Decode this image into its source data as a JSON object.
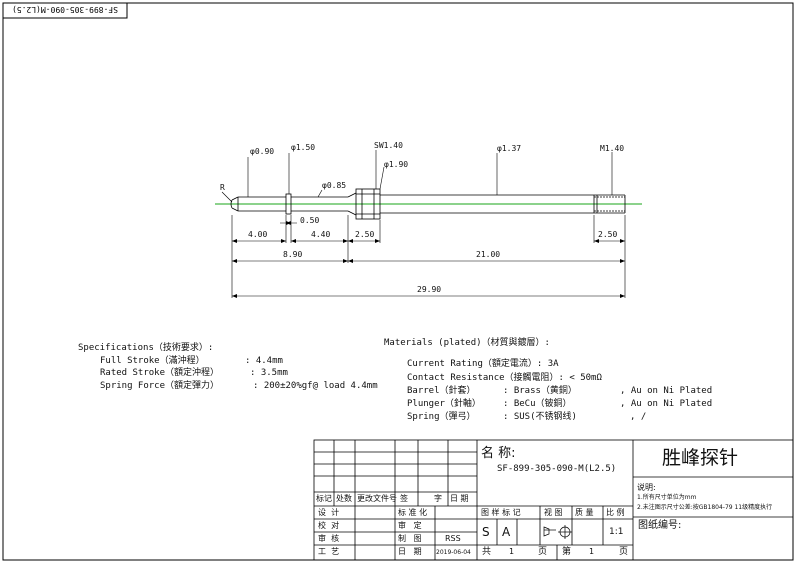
{
  "drawing_code": "SF-899-305-090-M(L2.5)",
  "dimensions": {
    "tip_dia": "φ0.90",
    "collar_dia": "φ1.50",
    "neck_dia": "φ0.85",
    "hex": "SW1.40",
    "barrel_head_dia": "φ1.90",
    "barrel_dia": "φ1.37",
    "thread": "M1.40",
    "radius": "R",
    "collar_w": "0.50",
    "seg1": "4.00",
    "seg2": "4.40",
    "seg3": "2.50",
    "thread_len": "2.50",
    "plunger_len": "8.90",
    "barrel_len": "21.00",
    "total_len": "29.90"
  },
  "specifications": {
    "title": "Specifications（技術要求）:",
    "rows": [
      {
        "label": "Full Stroke（滿沖程）",
        "value": ": 4.4mm"
      },
      {
        "label": "Rated Stroke（額定沖程）",
        "value": ": 3.5mm"
      },
      {
        "label": "Spring Force（額定彈力）",
        "value": ": 200±20%gf@ load 4.4mm"
      }
    ]
  },
  "materials": {
    "title": "Materials (plated)（材質與鍍層）:",
    "current": "Current Rating（額定電流）: 3A",
    "contact": "Contact Resistance（接觸電阻）: < 50mΩ",
    "rows": [
      {
        "part": "Barrel（針套）",
        "mat": ": Brass（黄銅）",
        "plating": ", Au on Ni Plated"
      },
      {
        "part": "Plunger（針軸）",
        "mat": ": BeCu（铍銅）",
        "plating": ", Au on Ni Plated"
      },
      {
        "part": "Spring（彈弓）",
        "mat": ": SUS(不锈钢线)",
        "plating": ", /"
      }
    ]
  },
  "title_block": {
    "name_label": "名 称:",
    "part_no": "SF-899-305-090-M(L2.5)",
    "company": "胜峰探针",
    "notes_title": "说明:",
    "note1": "1.所有尺寸单位为mm",
    "note2": "2.未注图示尺寸公差:按GB1804-79 11级精度执行",
    "drawing_no_label": "图纸编号:",
    "rev_headers": [
      "标记",
      "处数",
      "更改文件号",
      "签",
      "字",
      "日 期"
    ],
    "left_rows": [
      {
        "role": "设  计",
        "label": "标 准 化",
        "value": ""
      },
      {
        "role": "校  对",
        "label": "审   定",
        "value": ""
      },
      {
        "role": "审  核",
        "label": "制   图",
        "value": "RSS"
      },
      {
        "role": "工  艺",
        "label": "日   期",
        "value": "2019-06-04"
      }
    ],
    "stage_headers": [
      "图 样 标 记",
      "视 图",
      "质 量",
      "比 例"
    ],
    "stage_s": "S",
    "stage_a": "A",
    "scale": "1:1",
    "total_label": "共",
    "total_sheets": "1",
    "page_label": "页",
    "sheet_label": "第",
    "sheet_no": "1"
  }
}
